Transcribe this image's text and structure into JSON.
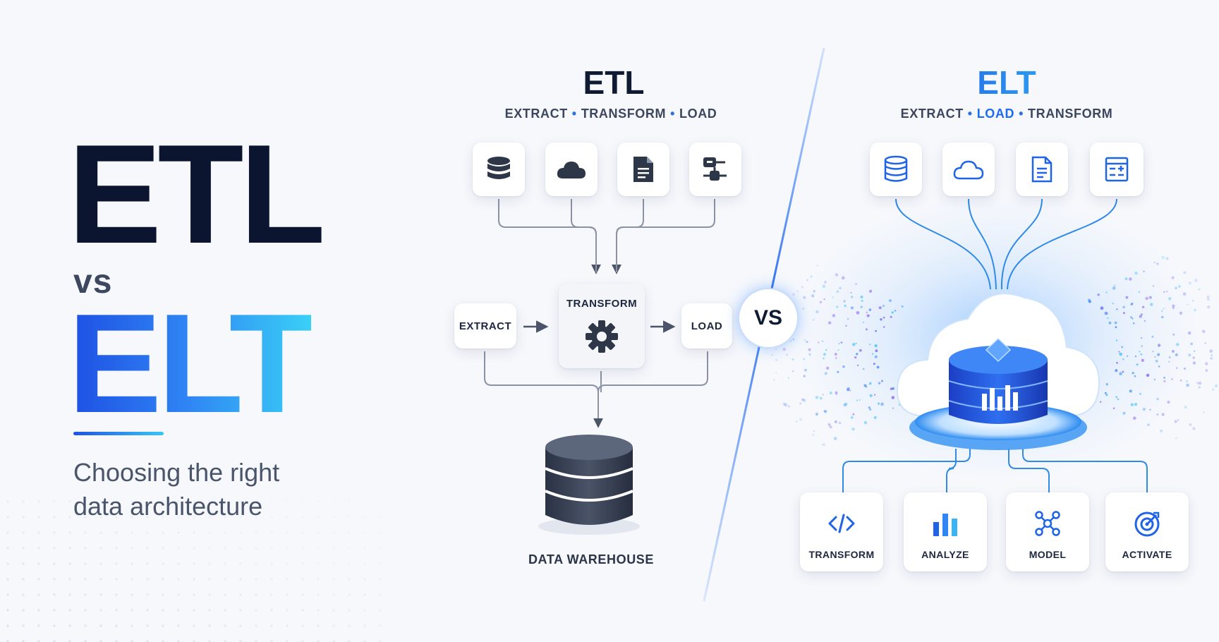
{
  "hero": {
    "etl": "ETL",
    "vs": "vs",
    "elt": "ELT",
    "tagline_line1": "Choosing the right",
    "tagline_line2": "data architecture"
  },
  "etl_panel": {
    "title": "ETL",
    "subtitle": {
      "part1": "EXTRACT",
      "part2": "TRANSFORM",
      "part3": "LOAD"
    },
    "sources": [
      {
        "icon": "database-icon"
      },
      {
        "icon": "cloud-icon"
      },
      {
        "icon": "document-icon"
      },
      {
        "icon": "api-connector-icon"
      }
    ],
    "extract_label": "EXTRACT",
    "transform_label": "TRANSFORM",
    "load_label": "LOAD",
    "warehouse_label": "DATA WAREHOUSE"
  },
  "divider": {
    "vs_label": "VS"
  },
  "elt_panel": {
    "title": "ELT",
    "subtitle": {
      "part1": "EXTRACT",
      "part2": "LOAD",
      "part3": "TRANSFORM"
    },
    "sources": [
      {
        "icon": "database-icon"
      },
      {
        "icon": "cloud-icon"
      },
      {
        "icon": "document-icon"
      },
      {
        "icon": "spreadsheet-icon"
      }
    ],
    "actions": [
      {
        "label": "TRANSFORM",
        "icon": "code-icon"
      },
      {
        "label": "ANALYZE",
        "icon": "bar-chart-icon"
      },
      {
        "label": "MODEL",
        "icon": "network-icon"
      },
      {
        "label": "ACTIVATE",
        "icon": "target-icon"
      }
    ]
  },
  "colors": {
    "dark_navy": "#0b1530",
    "accent_blue": "#1e6bf0",
    "accent_cyan": "#38c6f5",
    "background": "#f6f8fc"
  }
}
